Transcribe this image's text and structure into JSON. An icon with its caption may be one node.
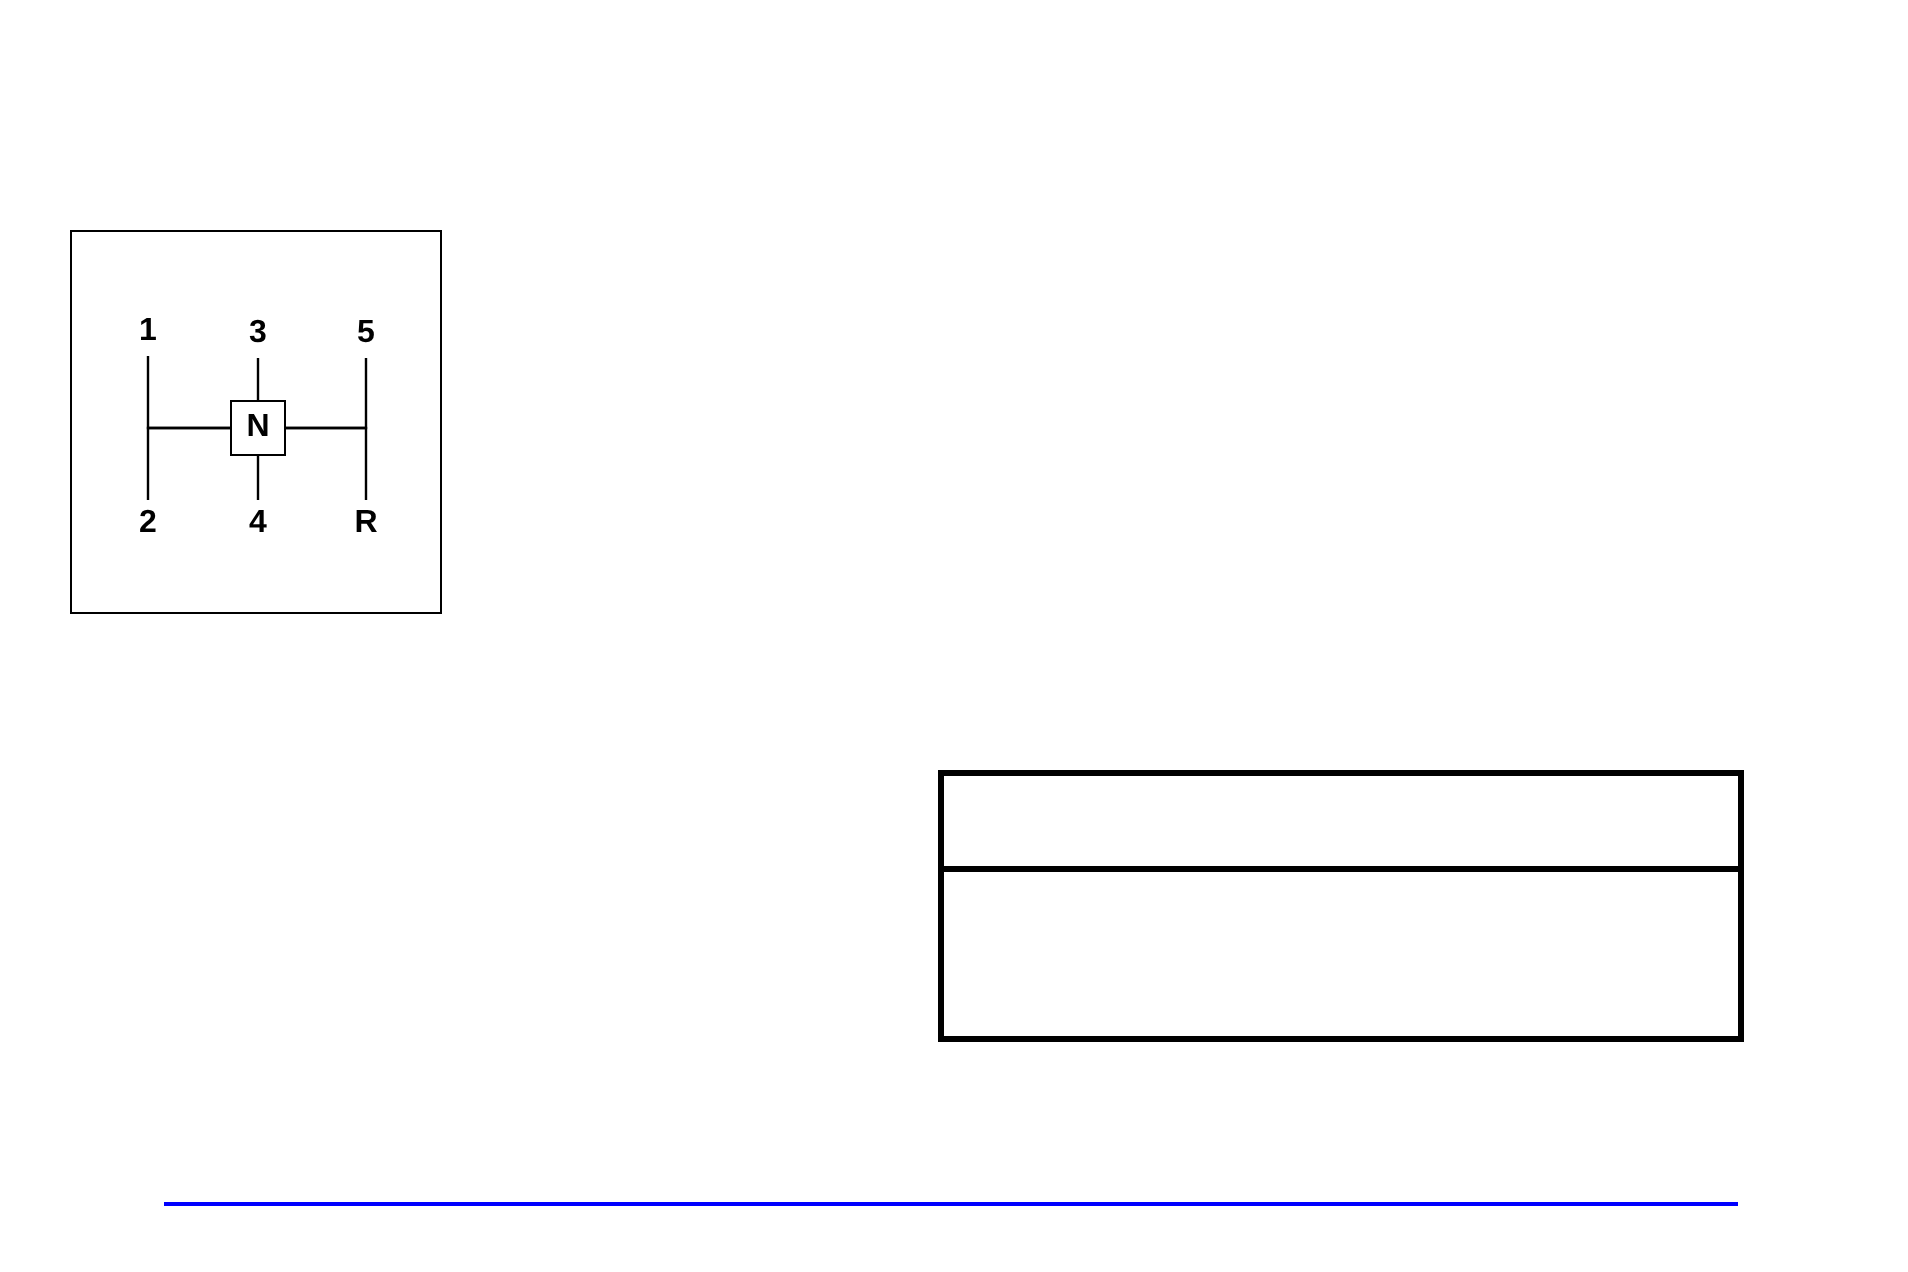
{
  "diagram": {
    "nodes": [
      {
        "text": [],
        "shape": "box"
      },
      {
        "text": [
          "1"
        ],
        "in": 0
      },
      {
        "text": [
          "3"
        ],
        "in": 0
      },
      {
        "text": [
          "5"
        ],
        "in": 0
      },
      {
        "text": [
          "N"
        ],
        "in": 0
      },
      {
        "text": [
          "2"
        ],
        "in": 0
      },
      {
        "text": [
          "4"
        ],
        "in": 0
      },
      {
        "text": [
          "R"
        ],
        "in": 0
      },
      {
        "text": [],
        "shape": "box"
      }
    ],
    "edges": [
      {
        "from": 4,
        "to": 1,
        "arrow": "none"
      },
      {
        "from": 4,
        "to": 5,
        "arrow": "none"
      },
      {
        "from": 4,
        "to": 2,
        "arrow": "none"
      },
      {
        "from": 4,
        "to": 6,
        "arrow": "none"
      },
      {
        "from": 4,
        "to": 3,
        "arrow": "none"
      },
      {
        "from": 4,
        "to": 7,
        "arrow": "none"
      }
    ]
  }
}
